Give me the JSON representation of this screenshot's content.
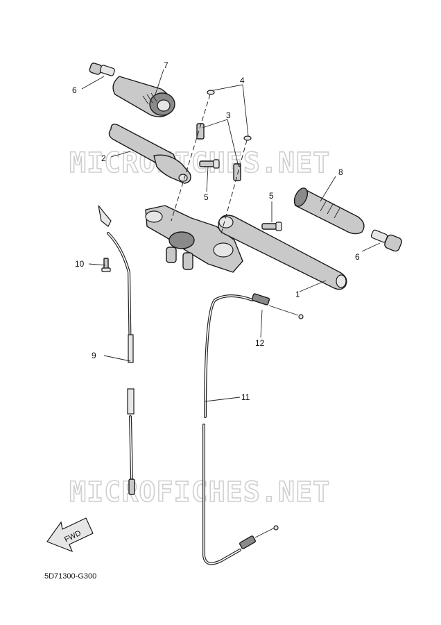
{
  "diagram": {
    "watermark_text": "MICROFICHES.NET",
    "fwd_label": "FWD",
    "drawing_code": "5D71300-G300",
    "callouts": {
      "c1": "1",
      "c2": "2",
      "c3": "3",
      "c4": "4",
      "c5a": "5",
      "c5b": "5",
      "c6a": "6",
      "c6b": "6",
      "c7": "7",
      "c8": "8",
      "c9": "9",
      "c10": "10",
      "c11": "11",
      "c12": "12"
    }
  }
}
